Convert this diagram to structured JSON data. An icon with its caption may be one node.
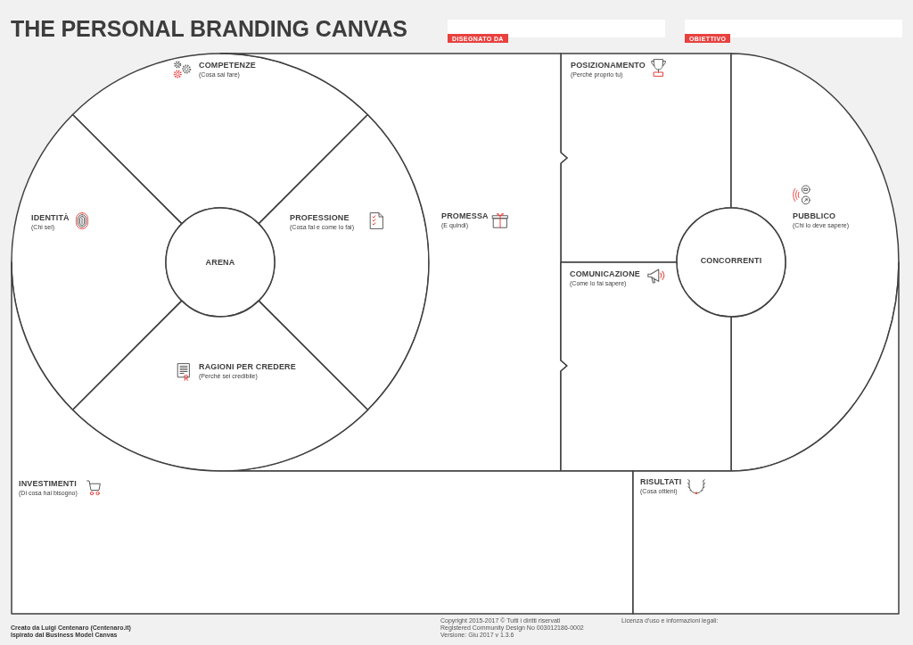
{
  "diagram": {
    "title": "THE PERSONAL BRANDING CANVAS",
    "nodes": [
      {
        "text": [
          "COMPETENZE",
          "(Cosa sai fare)"
        ]
      },
      {
        "text": [
          "POSIZIONAMENTO",
          "(Perché proprio tu)"
        ]
      },
      {
        "text": [
          "IDENTITÀ",
          "(Chi sei)"
        ]
      },
      {
        "text": [
          "PROFESSIONE",
          "(Cosa fai e come lo fai)"
        ]
      },
      {
        "text": [
          "PROMESSA",
          "(E quindi)"
        ]
      },
      {
        "text": [
          "PUBBLICO",
          "(Chi lo deve sapere)"
        ]
      },
      {
        "text": [
          "ARENA"
        ]
      },
      {
        "text": [
          "CONCORRENTI"
        ]
      },
      {
        "text": [
          "COMUNICAZIONE",
          "(Come lo fai sapere)"
        ]
      },
      {
        "text": [
          "RAGIONI PER CREDERE",
          "(Perché sei credibile)"
        ]
      },
      {
        "text": [
          "INVESTIMENTI",
          "(Di cosa hai bisogno)"
        ]
      },
      {
        "text": [
          "RISULTATI",
          "(Cosa ottieni)"
        ]
      }
    ],
    "labels": [
      "DISEGNATO DA",
      "OBIETTIVO",
      "Creato da Luigi Centenaro (Centenaro.it)",
      "Ispirato dal Business Model Canvas",
      "Copyright 2015-2017 © Tutti i diritti riservati",
      "Registered Community Design No 003012186-0002",
      "Versione: Giu 2017 v 1.3.6",
      "Licenza d'uso e informazioni legali:"
    ]
  }
}
